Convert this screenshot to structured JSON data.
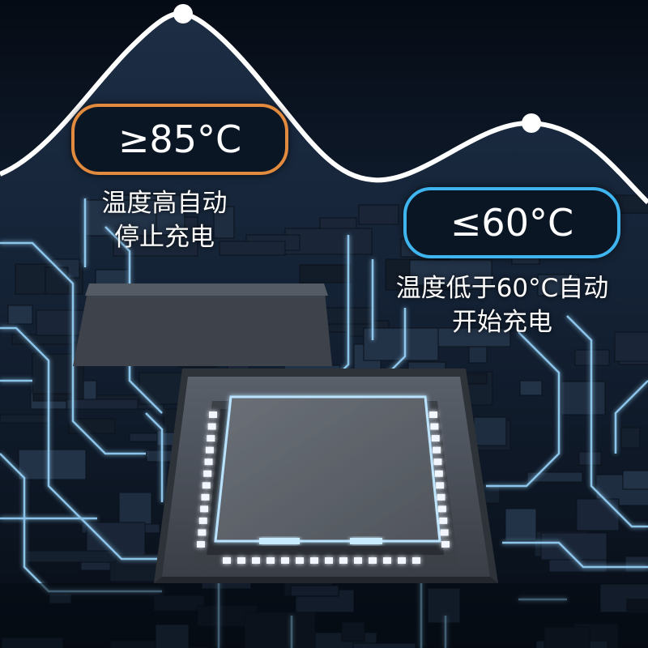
{
  "colors": {
    "background": "#0b1422",
    "mountain_fill": "#0a1320",
    "curve": "#ffffff",
    "high_accent": "#e28a3e",
    "low_accent": "#3fb5f0",
    "circuit_glow": "#8fd4ff",
    "chip_body": "#4a4f58"
  },
  "high_label": {
    "value": "≥85°C",
    "caption_lines": [
      "温度高自动",
      "停止充电"
    ]
  },
  "low_label": {
    "value": "≤60°C",
    "caption_lines": [
      "温度低于60°C自动",
      "开始充电"
    ]
  },
  "icons": {
    "curve": "temperature-curve",
    "chip": "processor-chip-illustration",
    "circuit": "circuit-board-background"
  }
}
